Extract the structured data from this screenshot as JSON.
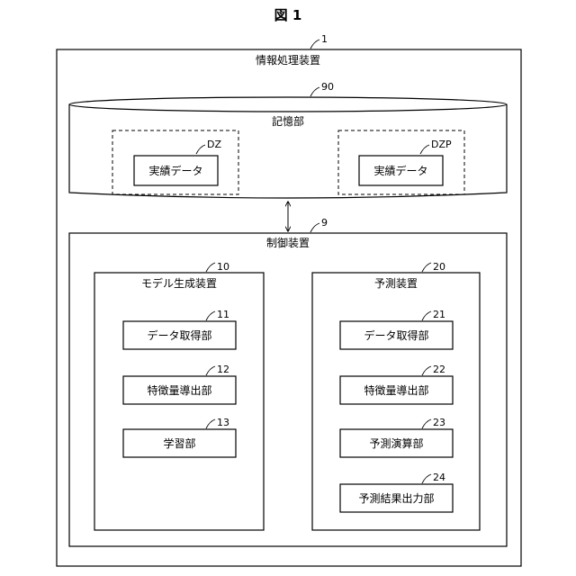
{
  "figure": {
    "title": "図 1"
  },
  "device": {
    "label": "情報処理装置",
    "ref": "1"
  },
  "storage": {
    "label": "記憶部",
    "ref": "90",
    "left": {
      "ref": "DZ",
      "data_label": "実績データ"
    },
    "right": {
      "ref": "DZP",
      "data_label": "実績データ"
    }
  },
  "control": {
    "label": "制御装置",
    "ref": "9"
  },
  "model_gen": {
    "label": "モデル生成装置",
    "ref": "10",
    "items": [
      {
        "label": "データ取得部",
        "ref": "11"
      },
      {
        "label": "特徴量導出部",
        "ref": "12"
      },
      {
        "label": "学習部",
        "ref": "13"
      }
    ]
  },
  "predictor": {
    "label": "予測装置",
    "ref": "20",
    "items": [
      {
        "label": "データ取得部",
        "ref": "21"
      },
      {
        "label": "特徴量導出部",
        "ref": "22"
      },
      {
        "label": "予測演算部",
        "ref": "23"
      },
      {
        "label": "予測結果出力部",
        "ref": "24"
      }
    ]
  }
}
